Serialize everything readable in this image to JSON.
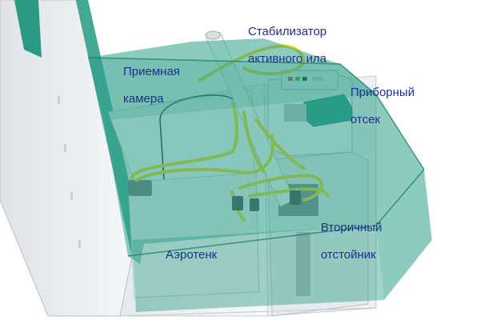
{
  "labels": {
    "stabilizer": {
      "line1": "Стабилизатор",
      "line2": "активного ила"
    },
    "receiving": {
      "line1": "Приемная",
      "line2": "камера"
    },
    "instrument": {
      "line1": "Приборный",
      "line2": "отсек"
    },
    "aerotank": {
      "line1": "Аэротенк"
    },
    "secondary": {
      "line1": "Вторичный",
      "line2": "отстойник"
    }
  },
  "colors": {
    "label_text": "#1d2f8c",
    "translucent_casing": "#2fa08a",
    "compressor": "#1f9a7e",
    "hoses": "#e2d51a",
    "unit_body": "#e9ecee"
  }
}
